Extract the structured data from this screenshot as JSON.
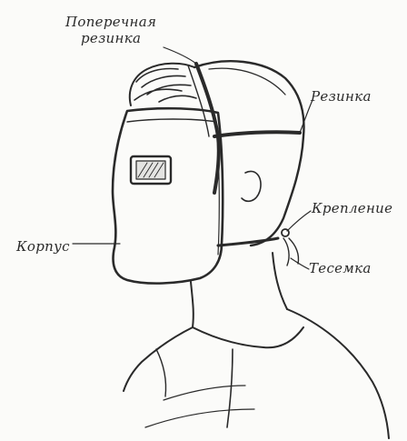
{
  "labels": {
    "cross_rubber_line1": "Поперечная",
    "cross_rubber_line2": "резинка",
    "rubber": "Резинка",
    "mount": "Крепление",
    "body": "Корпус",
    "tie": "Тесемка"
  },
  "colors": {
    "ink": "#2a2a2a",
    "paper": "#fbfbf9"
  }
}
